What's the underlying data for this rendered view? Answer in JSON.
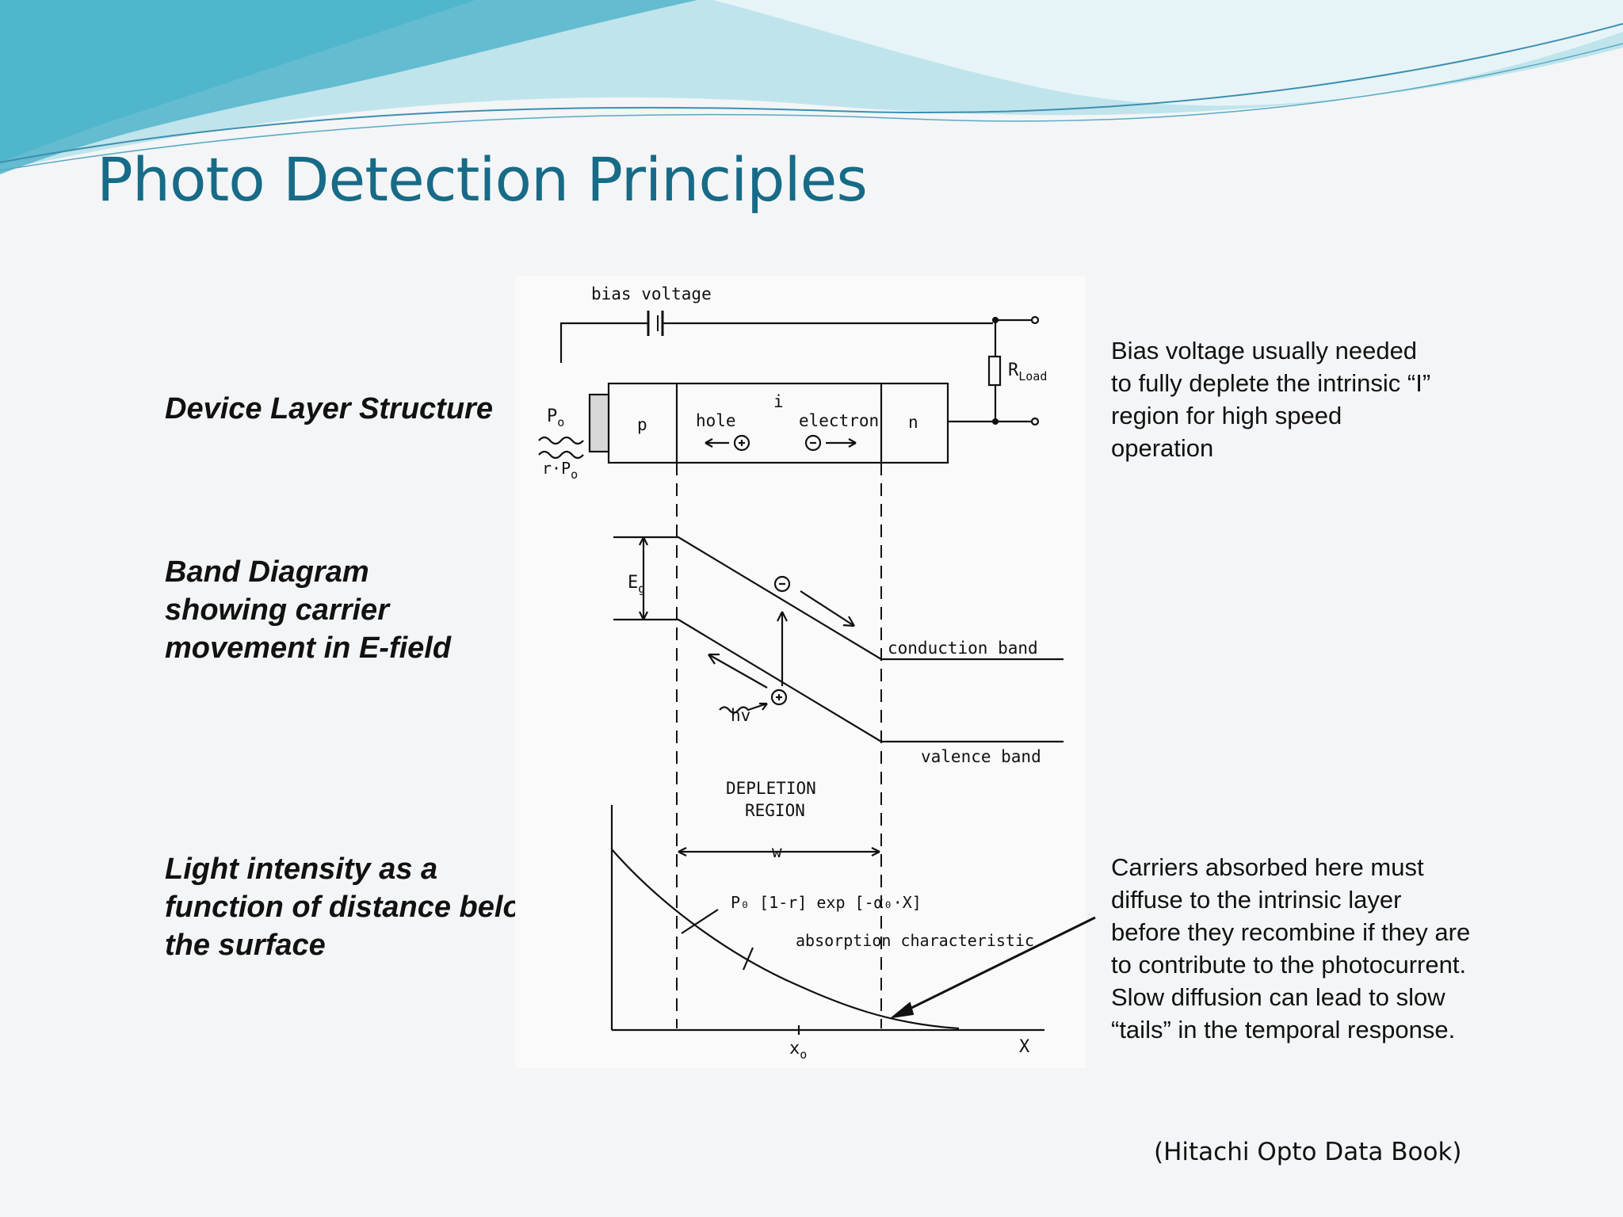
{
  "slide": {
    "title": "Photo Detection Principles",
    "source": "(Hitachi Opto Data Book)",
    "colors": {
      "title": "#176b87",
      "wave_dark": "#4fb6cb",
      "wave_light": "#bfe4ec"
    }
  },
  "labels": {
    "device": [
      "Device Layer Structure"
    ],
    "band": [
      "Band Diagram",
      "showing carrier",
      "movement in E-field"
    ],
    "light": [
      "Light intensity as a",
      "function of distance below",
      "the surface"
    ]
  },
  "notes": {
    "bias": [
      "Bias voltage usually needed",
      "to fully deplete the intrinsic “I”",
      "region for high speed",
      "operation"
    ],
    "diffusion": [
      "Carriers absorbed here must",
      "diffuse to the intrinsic layer",
      "before they recombine if they are",
      "to contribute to the photocurrent.",
      "Slow diffusion can lead to slow",
      "“tails” in the temporal response."
    ]
  },
  "diagram": {
    "bias_voltage": "bias voltage",
    "r_load": "R",
    "r_load_sub": "Load",
    "p0": "P",
    "p0_sub": "o",
    "reflected": "r·P",
    "reflected_sub": "o",
    "p_layer": "p",
    "i_layer": "i",
    "n_layer": "n",
    "hole": "hole",
    "electron": "electron",
    "eg": "E",
    "eg_sub": "g",
    "conduction_band": "conduction band",
    "valence_band": "valence band",
    "hv": "hv",
    "depletion": [
      "DEPLETION",
      "REGION"
    ],
    "width": "w",
    "formula": "P₀ [1-r] exp [-α₀·X]",
    "absorption": "absorption characteristic",
    "x0": "x",
    "x0_sub": "o",
    "x_axis": "X"
  }
}
